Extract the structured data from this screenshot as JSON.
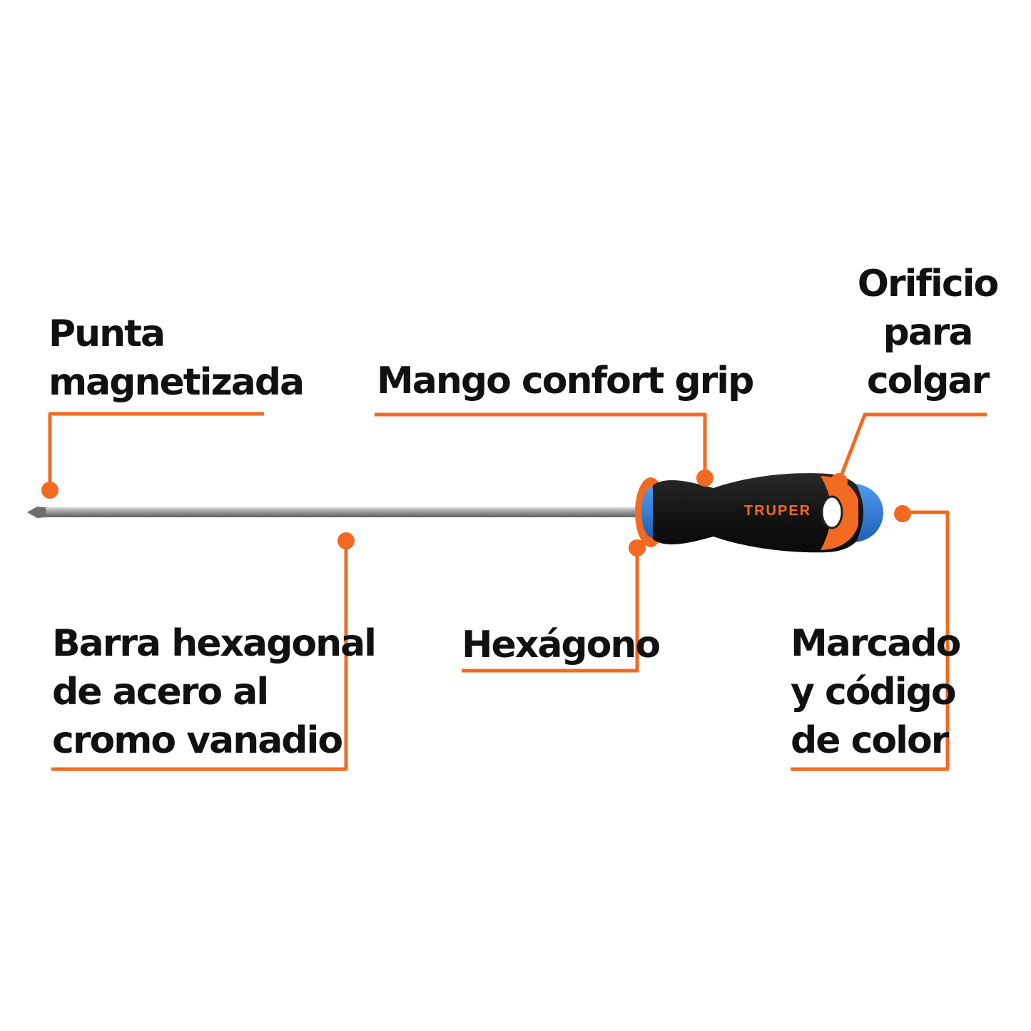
{
  "colors": {
    "accent": "#f26a21",
    "handle_black": "#1c1c1c",
    "handle_orange": "#f26a21",
    "handle_blue": "#2f7fe0",
    "steel": "#a7a7a7",
    "text": "#111111"
  },
  "callouts": {
    "tip": [
      "Punta",
      "magnetizada"
    ],
    "handle": [
      "Mango confort grip"
    ],
    "hole": [
      "Orificio",
      "para",
      "colgar"
    ],
    "bar": [
      "Barra hexagonal",
      "de acero al",
      "cromo vanadio"
    ],
    "hexagon": [
      "Hexágono"
    ],
    "marking": [
      "Marcado",
      "y código",
      "de color"
    ]
  },
  "product": {
    "brand": "TRUPER"
  }
}
